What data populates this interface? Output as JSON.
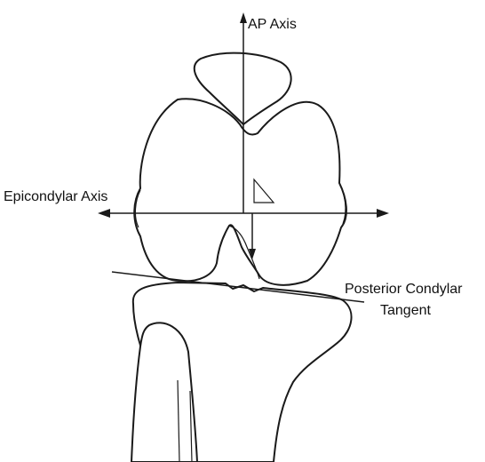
{
  "labels": {
    "ap_axis": "AP Axis",
    "epicondylar_axis": "Epicondylar Axis",
    "posterior_condylar_line1": "Posterior Condylar",
    "posterior_condylar_line2": "Tangent"
  }
}
